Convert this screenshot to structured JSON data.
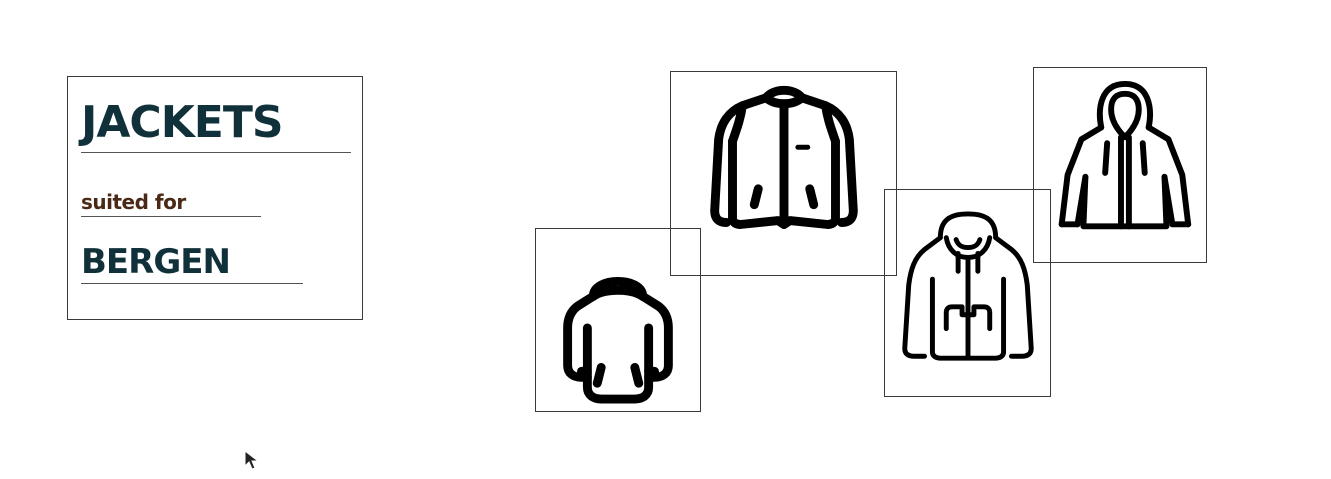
{
  "canvas": {
    "background": "#ffffff"
  },
  "title_card": {
    "title": "JACKETS",
    "subtitle": "suited for",
    "city": "BERGEN",
    "colors": {
      "title": "#11313a",
      "subtitle": "#4a2a16",
      "city": "#11313a"
    }
  },
  "images": [
    {
      "icon": "bomber-jacket-icon"
    },
    {
      "icon": "hooded-jacket-icon"
    },
    {
      "icon": "zip-hoodie-icon"
    },
    {
      "icon": "pullover-hoodie-icon"
    }
  ],
  "cursor": {
    "icon": "mouse-pointer-icon"
  }
}
